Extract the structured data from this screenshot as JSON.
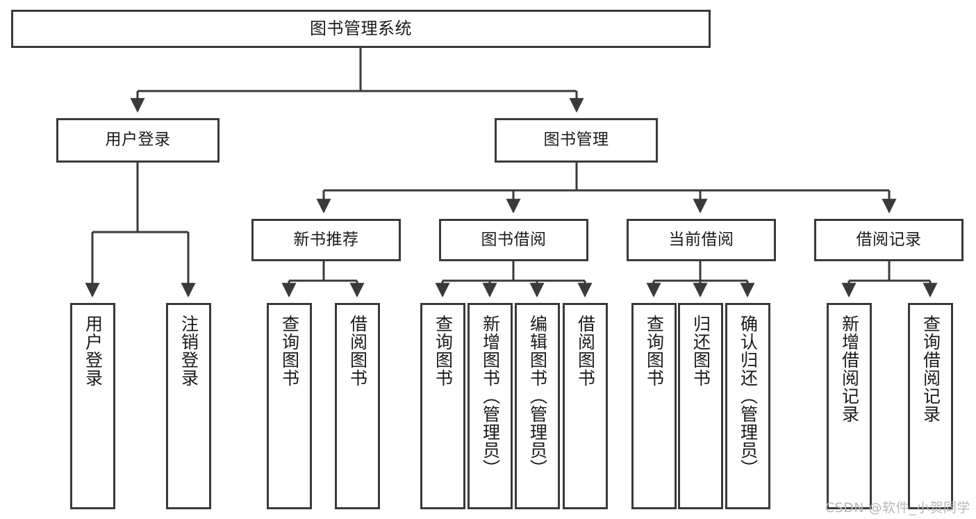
{
  "title": "图书管理系统",
  "watermark": "CSDN @软件_小贺同学",
  "colors": {
    "border": "#3a3a3a",
    "background": "#ffffff",
    "text": "#1a1a1a",
    "watermark": "#b8b8b8"
  },
  "nodes": {
    "root": {
      "label": "图书管理系统"
    },
    "level2": [
      {
        "label": "用户登录"
      },
      {
        "label": "图书管理"
      }
    ],
    "level3": [
      {
        "label": "新书推荐"
      },
      {
        "label": "图书借阅"
      },
      {
        "label": "当前借阅"
      },
      {
        "label": "借阅记录"
      }
    ],
    "leaves": {
      "user_login": [
        {
          "label": "用户登录"
        },
        {
          "label": "注销登录"
        }
      ],
      "new_book": [
        {
          "label": "查询图书"
        },
        {
          "label": "借阅图书"
        }
      ],
      "borrow_book": [
        {
          "label": "查询图书"
        },
        {
          "label": "新增图书（管理员）"
        },
        {
          "label": "编辑图书（管理员）"
        },
        {
          "label": "借阅图书"
        }
      ],
      "current_borrow": [
        {
          "label": "查询图书"
        },
        {
          "label": "归还图书"
        },
        {
          "label": "确认归还（管理员）"
        }
      ],
      "borrow_record": [
        {
          "label": "新增借阅记录"
        },
        {
          "label": "查询借阅记录"
        }
      ]
    }
  }
}
